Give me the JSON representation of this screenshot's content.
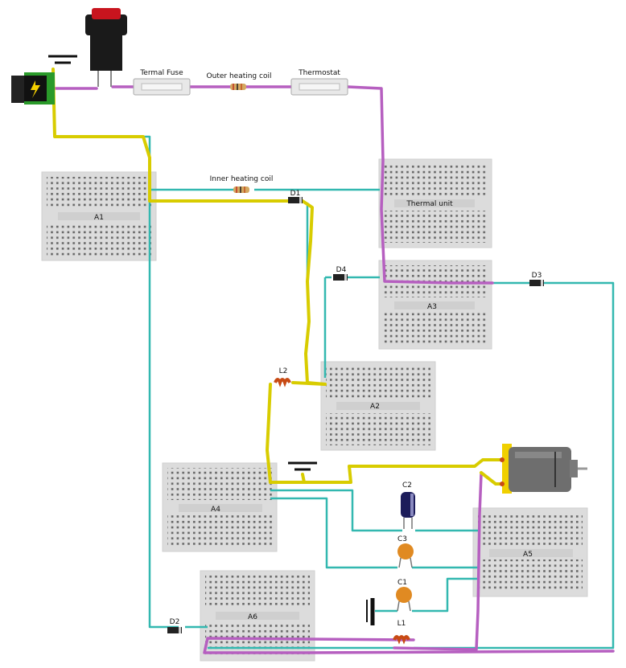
{
  "breadboards": [
    {
      "id": "A1",
      "label": "A1"
    },
    {
      "id": "Thermal",
      "label": "Thermal unit"
    },
    {
      "id": "A3",
      "label": "A3"
    },
    {
      "id": "A2",
      "label": "A2"
    },
    {
      "id": "A4",
      "label": "A4"
    },
    {
      "id": "A5",
      "label": "A5"
    },
    {
      "id": "A6",
      "label": "A6"
    }
  ],
  "components": {
    "fuse": "Termal Fuse",
    "outer_coil": "Outer heating coil",
    "thermostat": "Thermostat",
    "inner_coil": "Inner heating coil",
    "d1": "D1",
    "d2": "D2",
    "d3": "D3",
    "d4": "D4",
    "l1": "L1",
    "l2": "L2",
    "c1": "C1",
    "c2": "C2",
    "c3": "C3"
  },
  "colors": {
    "wire_yellow": "#d8cc00",
    "wire_teal": "#33b8b0",
    "wire_purple": "#b65fc0",
    "breadboard": "#dcdcdc",
    "button_red": "#c8141e",
    "motor_yellow": "#f0d000"
  },
  "icons": [
    "power-jack-icon",
    "push-button-icon",
    "dc-motor-icon",
    "ground-icon",
    "battery-icon"
  ]
}
